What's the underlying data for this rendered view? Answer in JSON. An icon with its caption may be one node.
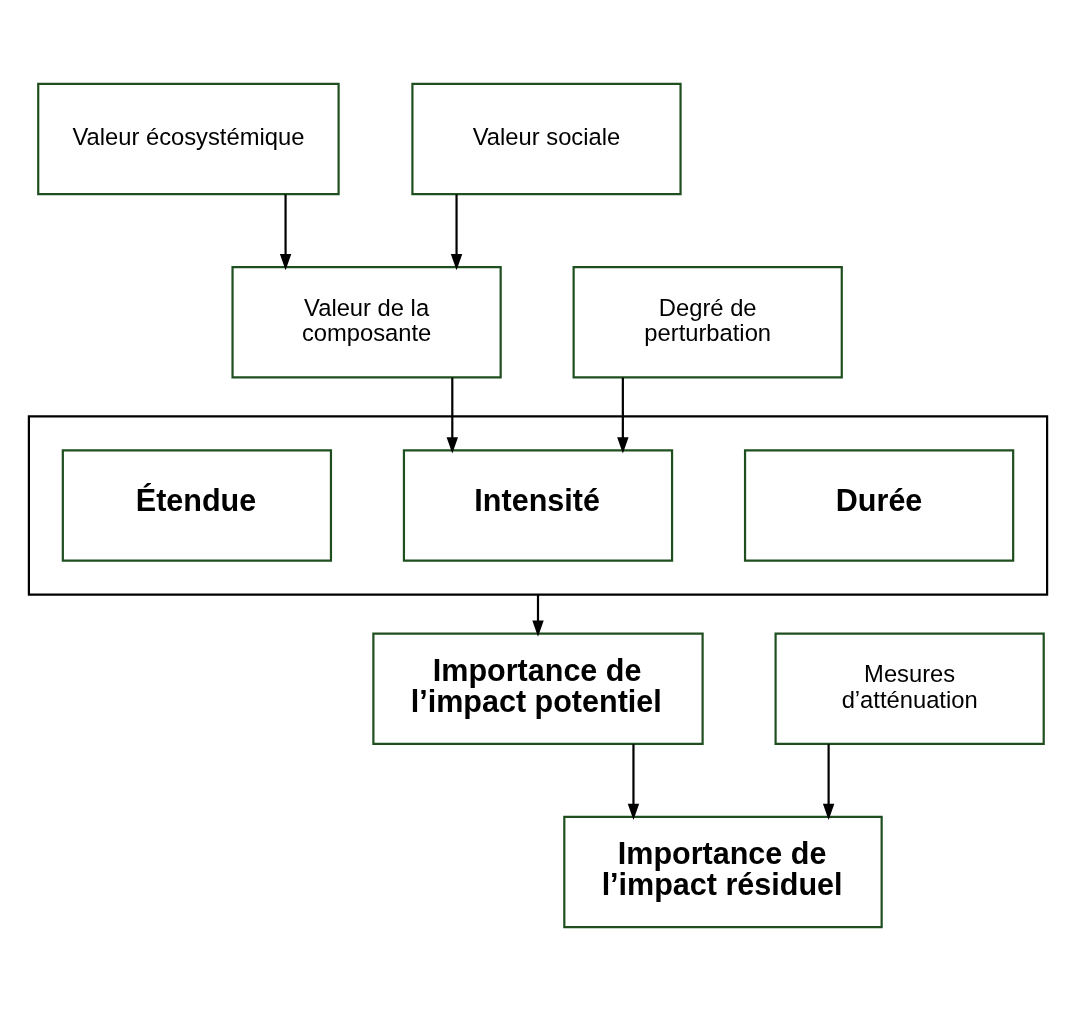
{
  "diagram": {
    "nodes": [
      {
        "text": [
          "Valeur écosystémique"
        ]
      },
      {
        "text": [
          "Valeur sociale"
        ]
      },
      {
        "text": [
          "Valeur de la composante"
        ]
      },
      {
        "text": [
          "Degré de perturbation"
        ]
      },
      {
        "text": [],
        "shape": "box"
      },
      {
        "text": [
          "Étendue"
        ],
        "in": 4
      },
      {
        "text": [
          "Intensité"
        ],
        "in": 4
      },
      {
        "text": [
          "Durée"
        ],
        "in": 4
      },
      {
        "text": [
          "Importance de l’impact potentiel"
        ]
      },
      {
        "text": [
          "Mesures d’atténuation"
        ]
      },
      {
        "text": [
          "Importance de l’impact résiduel"
        ]
      }
    ],
    "edges": [
      {
        "from": 0,
        "to": 2,
        "arrow": "to"
      },
      {
        "from": 1,
        "to": 2,
        "arrow": "to"
      },
      {
        "from": 2,
        "to": 6,
        "arrow": "to"
      },
      {
        "from": 3,
        "to": 6,
        "arrow": "to"
      },
      {
        "from": 4,
        "to": 8,
        "arrow": "to"
      },
      {
        "from": 8,
        "to": 10,
        "arrow": "to"
      },
      {
        "from": 9,
        "to": 10,
        "arrow": "to"
      }
    ]
  }
}
